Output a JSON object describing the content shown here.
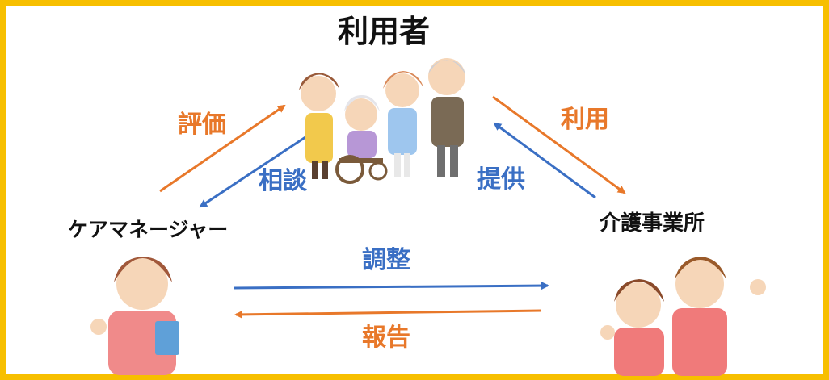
{
  "nodes": {
    "user": "利用者",
    "care_manager": "ケアマネージャー",
    "provider": "介護事業所"
  },
  "flows": {
    "evaluation": "評価",
    "consultation": "相談",
    "usage": "利用",
    "provision": "提供",
    "coordination": "調整",
    "report": "報告"
  },
  "colors": {
    "frame": "#f7bf00",
    "orange_arrow": "#e8782a",
    "blue_arrow": "#3a6fc4"
  }
}
